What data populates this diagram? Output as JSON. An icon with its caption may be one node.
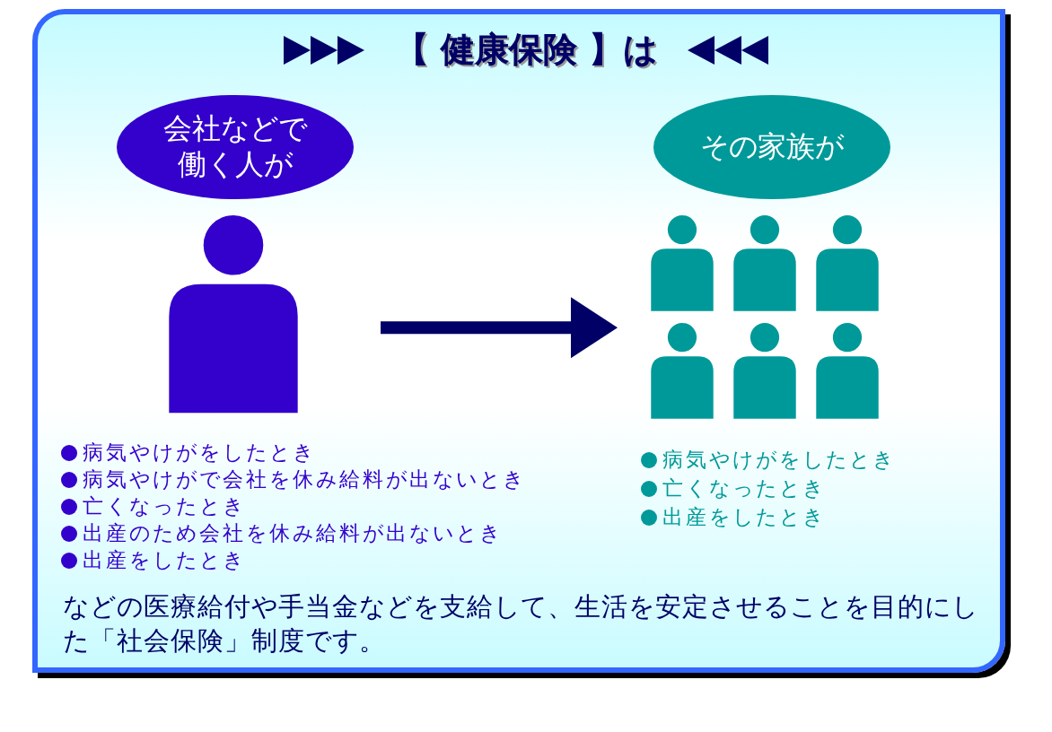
{
  "diagram": {
    "title": "【 健康保険 】は",
    "nodes": [
      {
        "text": [
          "会社などで働く人が"
        ]
      },
      {
        "text": [
          "その家族が"
        ]
      },
      {
        "text": [],
        "shape": "person"
      },
      {
        "text": [],
        "shape": "person"
      }
    ],
    "edges": [
      {
        "from": 2,
        "to": 3,
        "arrow": "to"
      }
    ],
    "labels": [
      "病気やけがをしたとき",
      "病気やけがで会社を休み給料が出ないとき",
      "亡くなったとき",
      "出産のため会社を休み給料が出ないとき",
      "出産をしたとき",
      "病気やけがをしたとき",
      "亡くなったとき",
      "出産をしたとき"
    ],
    "caption": "などの医療給付や手当金などを支給して、生活を安定させることを目的にした「社会保険」制度です。"
  }
}
